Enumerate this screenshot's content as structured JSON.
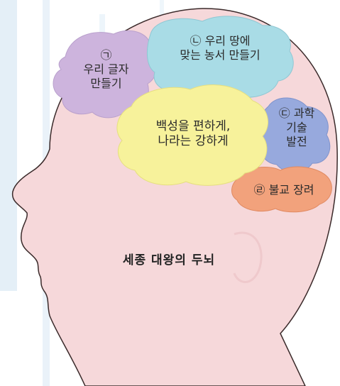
{
  "regions": {
    "letters": {
      "marker": "㉠",
      "lines": [
        "우리 글자",
        "만들기"
      ],
      "color": "#cdb4dd"
    },
    "farming": {
      "marker": "㉡",
      "lines": [
        "우리 땅에",
        "맞는 농서 만들기"
      ],
      "color": "#a9dce6"
    },
    "science": {
      "marker": "㉢",
      "lines": [
        "과학",
        "기술",
        "발전"
      ],
      "color": "#97a9dd"
    },
    "buddhism": {
      "marker": "㉣",
      "lines": [
        "불교 장려"
      ],
      "color": "#f2a27c"
    },
    "center": {
      "lines": [
        "백성을 편하게,",
        "나라는 강하게"
      ],
      "color": "#f7f29b"
    }
  },
  "head": {
    "skin_color": "#f6d8da",
    "watermark_color": "#c4ddef"
  },
  "title": "세종 대왕의 두뇌"
}
